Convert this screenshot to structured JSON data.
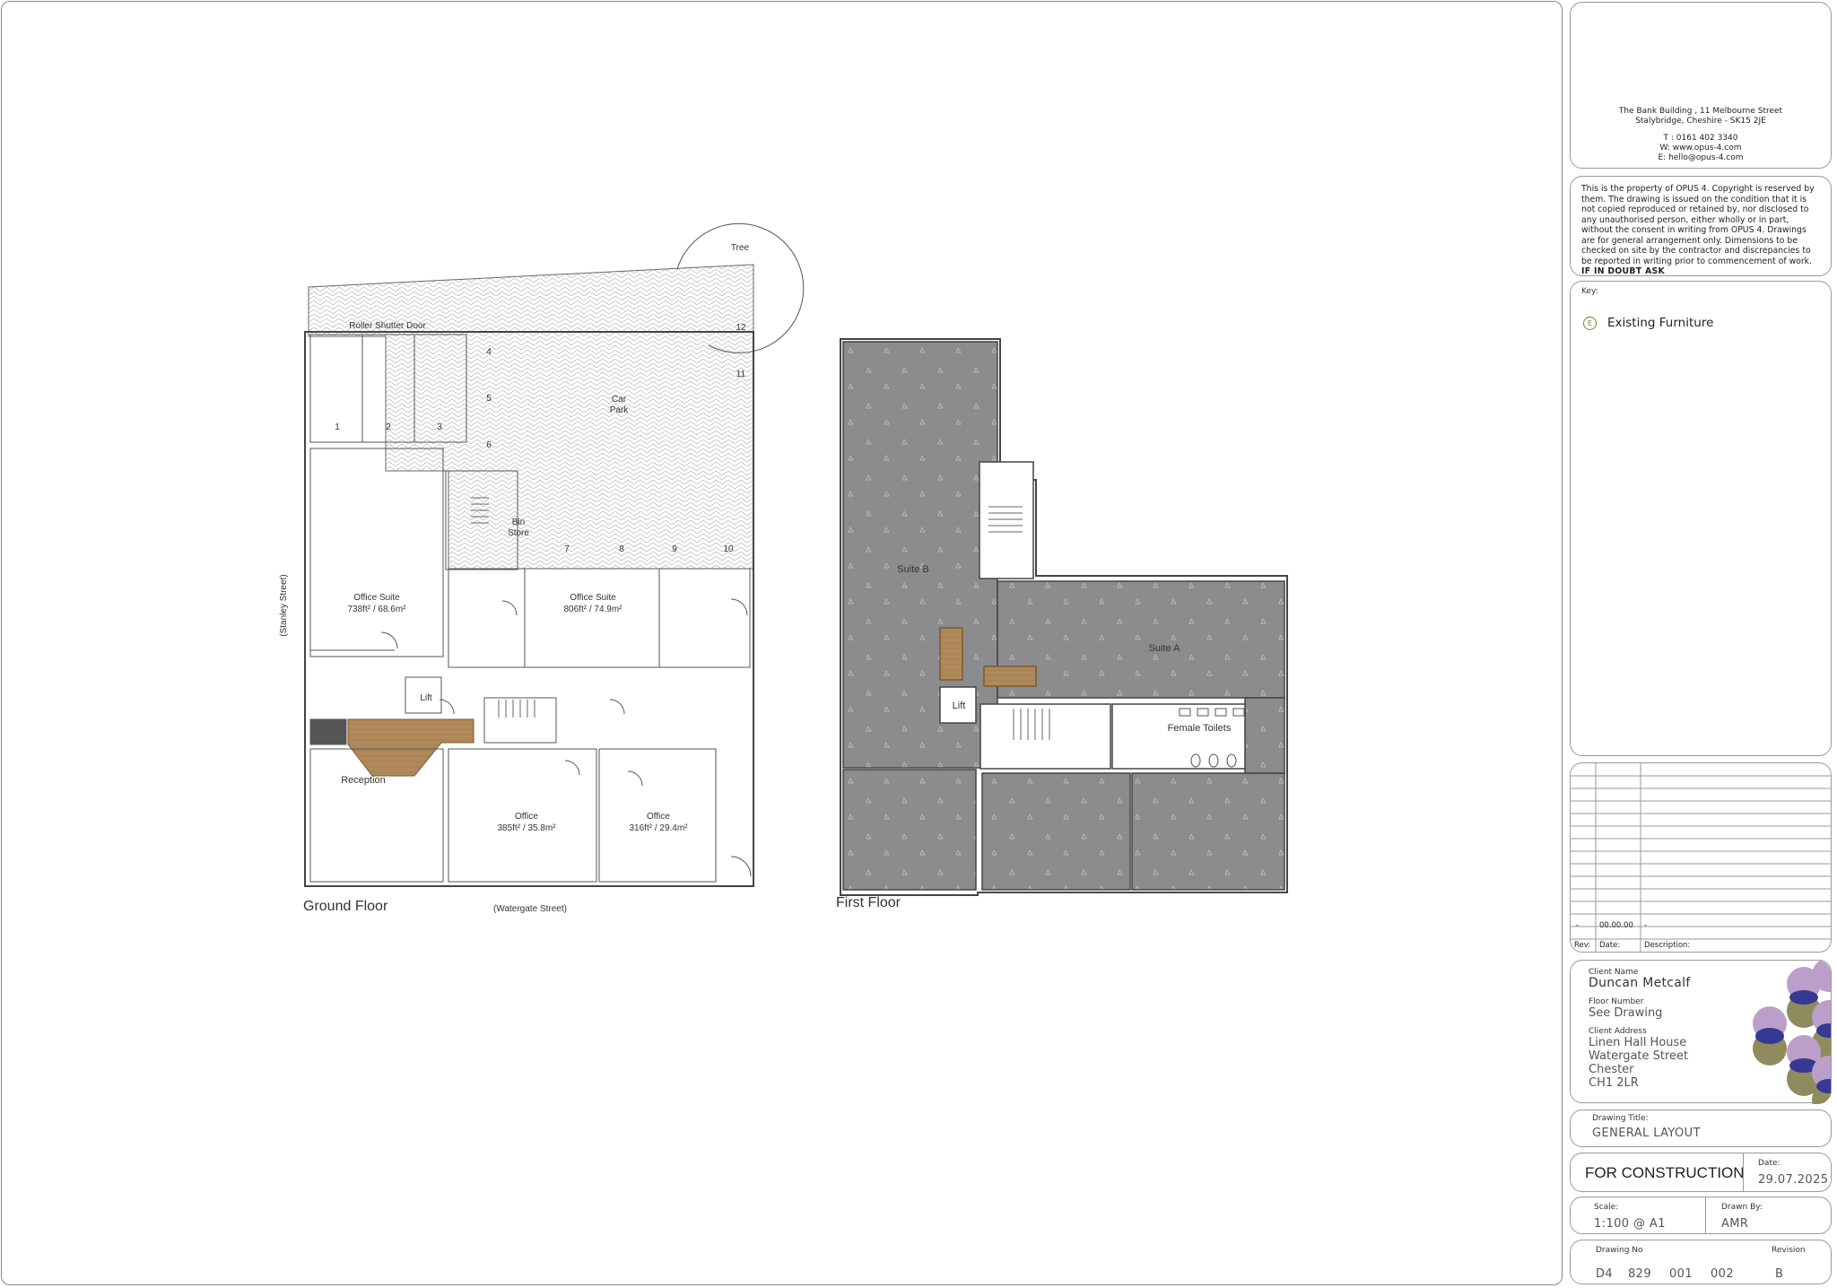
{
  "ground_floor": {
    "title": "Ground Floor",
    "street_bottom": "(Watergate Street)",
    "street_left": "(Stanley Street)",
    "roller_door": "Roller Shutter Door",
    "car_park": "Car\nPark",
    "tree": "Tree",
    "bin_store": "Bin\nStore",
    "lift": "Lift",
    "reception": "Reception",
    "rooms": [
      {
        "name": "Office Suite",
        "area": "738ft² / 68.6m²"
      },
      {
        "name": "Office Suite",
        "area": "806ft² / 74.9m²"
      },
      {
        "name": "Office",
        "area": "385ft² / 35.8m²"
      },
      {
        "name": "Office",
        "area": "316ft² / 29.4m²"
      }
    ],
    "bays": [
      "1",
      "2",
      "3",
      "4",
      "5",
      "6",
      "7",
      "8",
      "9",
      "10",
      "11",
      "12"
    ]
  },
  "first_floor": {
    "title": "First Floor",
    "suite_a": "Suite A",
    "suite_b": "Suite B",
    "lift": "Lift",
    "toilets": "Female Toilets"
  },
  "title_block": {
    "address_line1": "The Bank Building , 11 Melbourne Street",
    "address_line2": "Stalybridge, Cheshire  - SK15 2JE",
    "phone": "T : 0161 402 3340",
    "web": "W: www.opus-4.com",
    "email": "E: hello@opus-4.com",
    "copyright": "This is the property of OPUS 4. Copyright is reserved by them. The drawing is issued on the condition that it is not copied reproduced or retained by, nor disclosed to any unauthorised person, either wholly or in part, without the consent in writing from OPUS 4. Drawings are for general arrangement only. Dimensions to be checked on site by the contractor and discrepancies to be reported in writing prior to commencement of work.",
    "copyright_emph": "IF IN DOUBT ASK",
    "key_label": "Key:",
    "key_items": [
      {
        "symbol": "E",
        "label": "Existing Furniture"
      }
    ],
    "revisions": [
      {
        "rev": "-",
        "date": "00.00.00",
        "desc": "-"
      }
    ],
    "rev_header": {
      "rev": "Rev:",
      "date": "Date:",
      "desc": "Description:"
    },
    "client_name_label": "Client Name",
    "client_name": "Duncan Metcalf",
    "floor_number_label": "Floor Number",
    "floor_number": "See Drawing",
    "client_address_label": "Client Address",
    "client_address": [
      "Linen Hall House",
      "Watergate Street",
      "Chester",
      "CH1 2LR"
    ],
    "drawing_title_label": "Drawing Title:",
    "drawing_title": "GENERAL LAYOUT",
    "status": "FOR CONSTRUCTION",
    "date_label": "Date:",
    "date": "29.07.2025",
    "scale_label": "Scale:",
    "scale": "1:100 @ A1",
    "drawn_by_label": "Drawn By:",
    "drawn_by": "AMR",
    "drawing_no_label": "Drawing No",
    "drawing_no": [
      "D4",
      "829",
      "001",
      "002"
    ],
    "revision_label": "Revision",
    "revision": "B"
  },
  "colors": {
    "first_floor_fill": "#8c8c8e",
    "timber": "#b08a5a",
    "logo_purple": "#b79ac8",
    "logo_olive": "#8a8556",
    "logo_navy": "#2b2f8f"
  }
}
